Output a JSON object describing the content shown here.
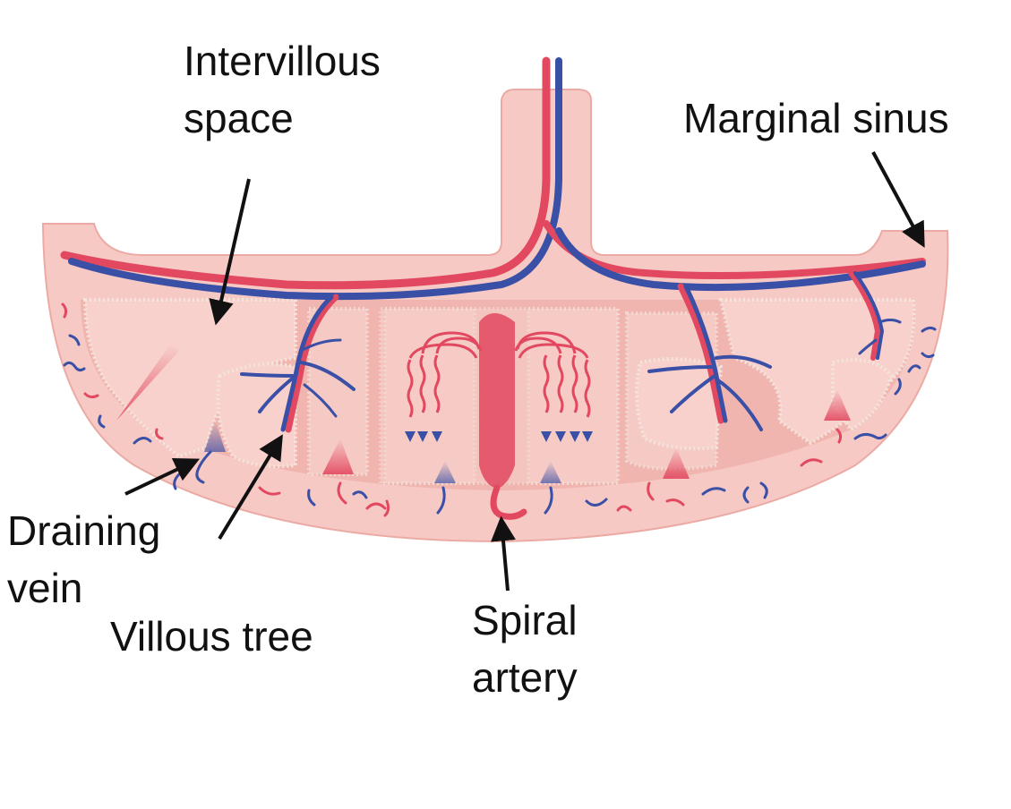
{
  "labels": {
    "intervillous_space": [
      "Intervillous",
      "space"
    ],
    "marginal_sinus": "Marginal sinus",
    "draining_vein": [
      "Draining",
      "vein"
    ],
    "villous_tree": "Villous tree",
    "spiral_artery": [
      "Spiral",
      "artery"
    ]
  },
  "colors": {
    "tissue": "#f6c9c4",
    "tissue_edge": "#ecaaa4",
    "intervillous": "#eeb1ab",
    "villus": "#f8d1cc",
    "villus_edge": "#f3e4dc",
    "artery": "#e2485f",
    "vein": "#3a4fa6",
    "arrow": "#111111"
  }
}
